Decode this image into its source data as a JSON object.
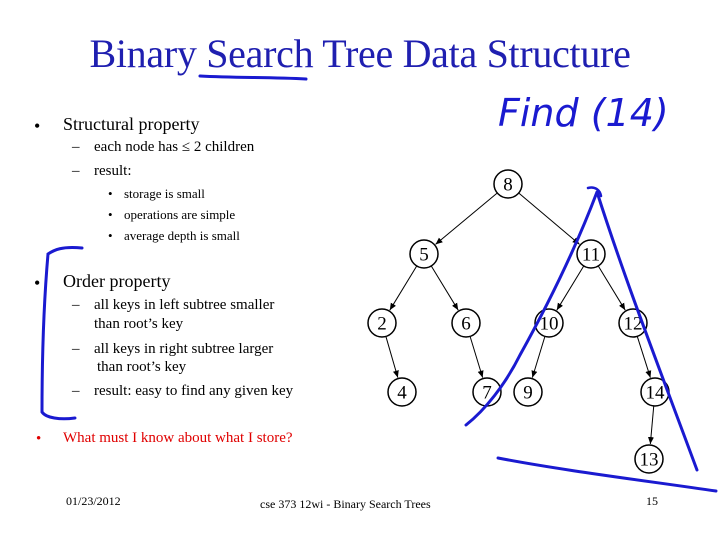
{
  "slide": {
    "title": "Binary Search Tree Data Structure",
    "handwritten_note": "Find (14)",
    "structural": {
      "heading": "Structural property",
      "children_rule": "each node has ≤ 2 children",
      "result_label": "result:",
      "results": [
        "storage is small",
        "operations are simple",
        "average depth is small"
      ]
    },
    "order": {
      "heading": "Order property",
      "left_rule_1": "all keys in left subtree smaller",
      "left_rule_2": "than root’s key",
      "right_rule_1": "all keys in right subtree larger",
      "right_rule_2": "than root’s key",
      "result": "result: easy to find any given key"
    },
    "question": "What must I know about what I store?",
    "footer": {
      "date": "01/23/2012",
      "course": "cse 373 12wi - Binary Search Trees",
      "page": "15"
    },
    "colors": {
      "title": "#1f1fb0",
      "question": "#e00000",
      "ink": "#1a1ad0"
    }
  },
  "tree": {
    "nodes": [
      {
        "key": "8"
      },
      {
        "key": "5"
      },
      {
        "key": "11"
      },
      {
        "key": "2"
      },
      {
        "key": "6"
      },
      {
        "key": "10"
      },
      {
        "key": "12"
      },
      {
        "key": "4"
      },
      {
        "key": "7"
      },
      {
        "key": "9"
      },
      {
        "key": "14"
      },
      {
        "key": "13"
      }
    ],
    "edges": [
      [
        "8",
        "5"
      ],
      [
        "8",
        "11"
      ],
      [
        "5",
        "2"
      ],
      [
        "5",
        "6"
      ],
      [
        "11",
        "10"
      ],
      [
        "11",
        "12"
      ],
      [
        "2",
        "4"
      ],
      [
        "6",
        "7"
      ],
      [
        "10",
        "9"
      ],
      [
        "12",
        "14"
      ],
      [
        "14",
        "13"
      ]
    ]
  }
}
